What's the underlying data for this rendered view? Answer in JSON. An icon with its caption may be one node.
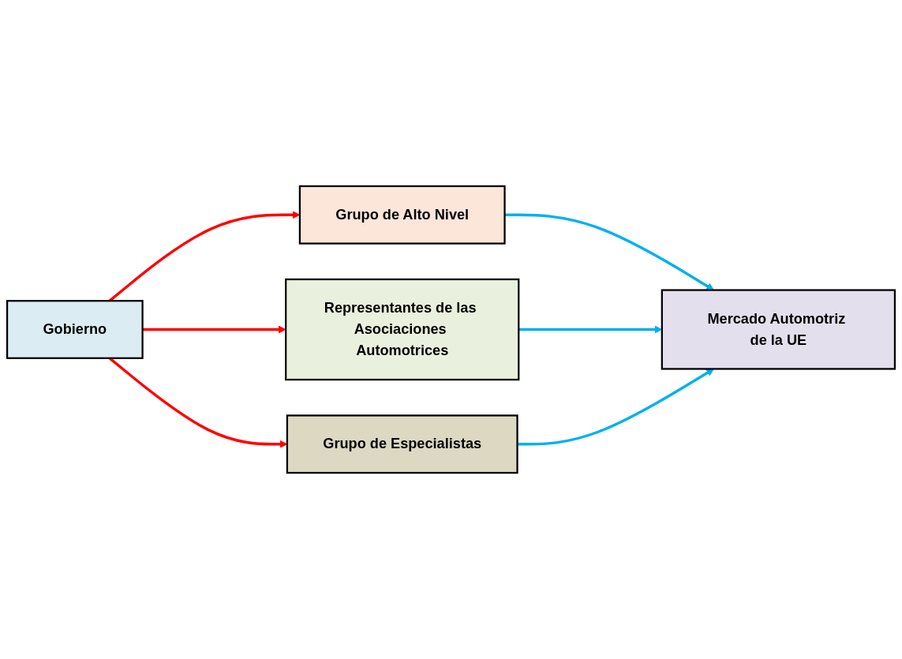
{
  "diagram": {
    "nodes": [
      {
        "text": [
          "Gobierno"
        ]
      },
      {
        "text": [
          "Grupo de Alto Nivel"
        ]
      },
      {
        "text": [
          "Representantes de las Asociaciones Automotrices"
        ]
      },
      {
        "text": [
          "Grupo de Especialistas"
        ]
      },
      {
        "text": [
          "Mercado Automotriz de la UE"
        ]
      }
    ],
    "edges": [
      {
        "from": 0,
        "to": 1,
        "arrow": "to",
        "color": "#ff0000"
      },
      {
        "from": 0,
        "to": 2,
        "arrow": "to",
        "color": "#ff0000"
      },
      {
        "from": 0,
        "to": 3,
        "arrow": "to",
        "color": "#ff0000"
      },
      {
        "from": 1,
        "to": 4,
        "arrow": "to",
        "color": "#00b0f0"
      },
      {
        "from": 2,
        "to": 4,
        "arrow": "to",
        "color": "#00b0f0"
      },
      {
        "from": 3,
        "to": 4,
        "arrow": "to",
        "color": "#00b0f0"
      }
    ]
  }
}
